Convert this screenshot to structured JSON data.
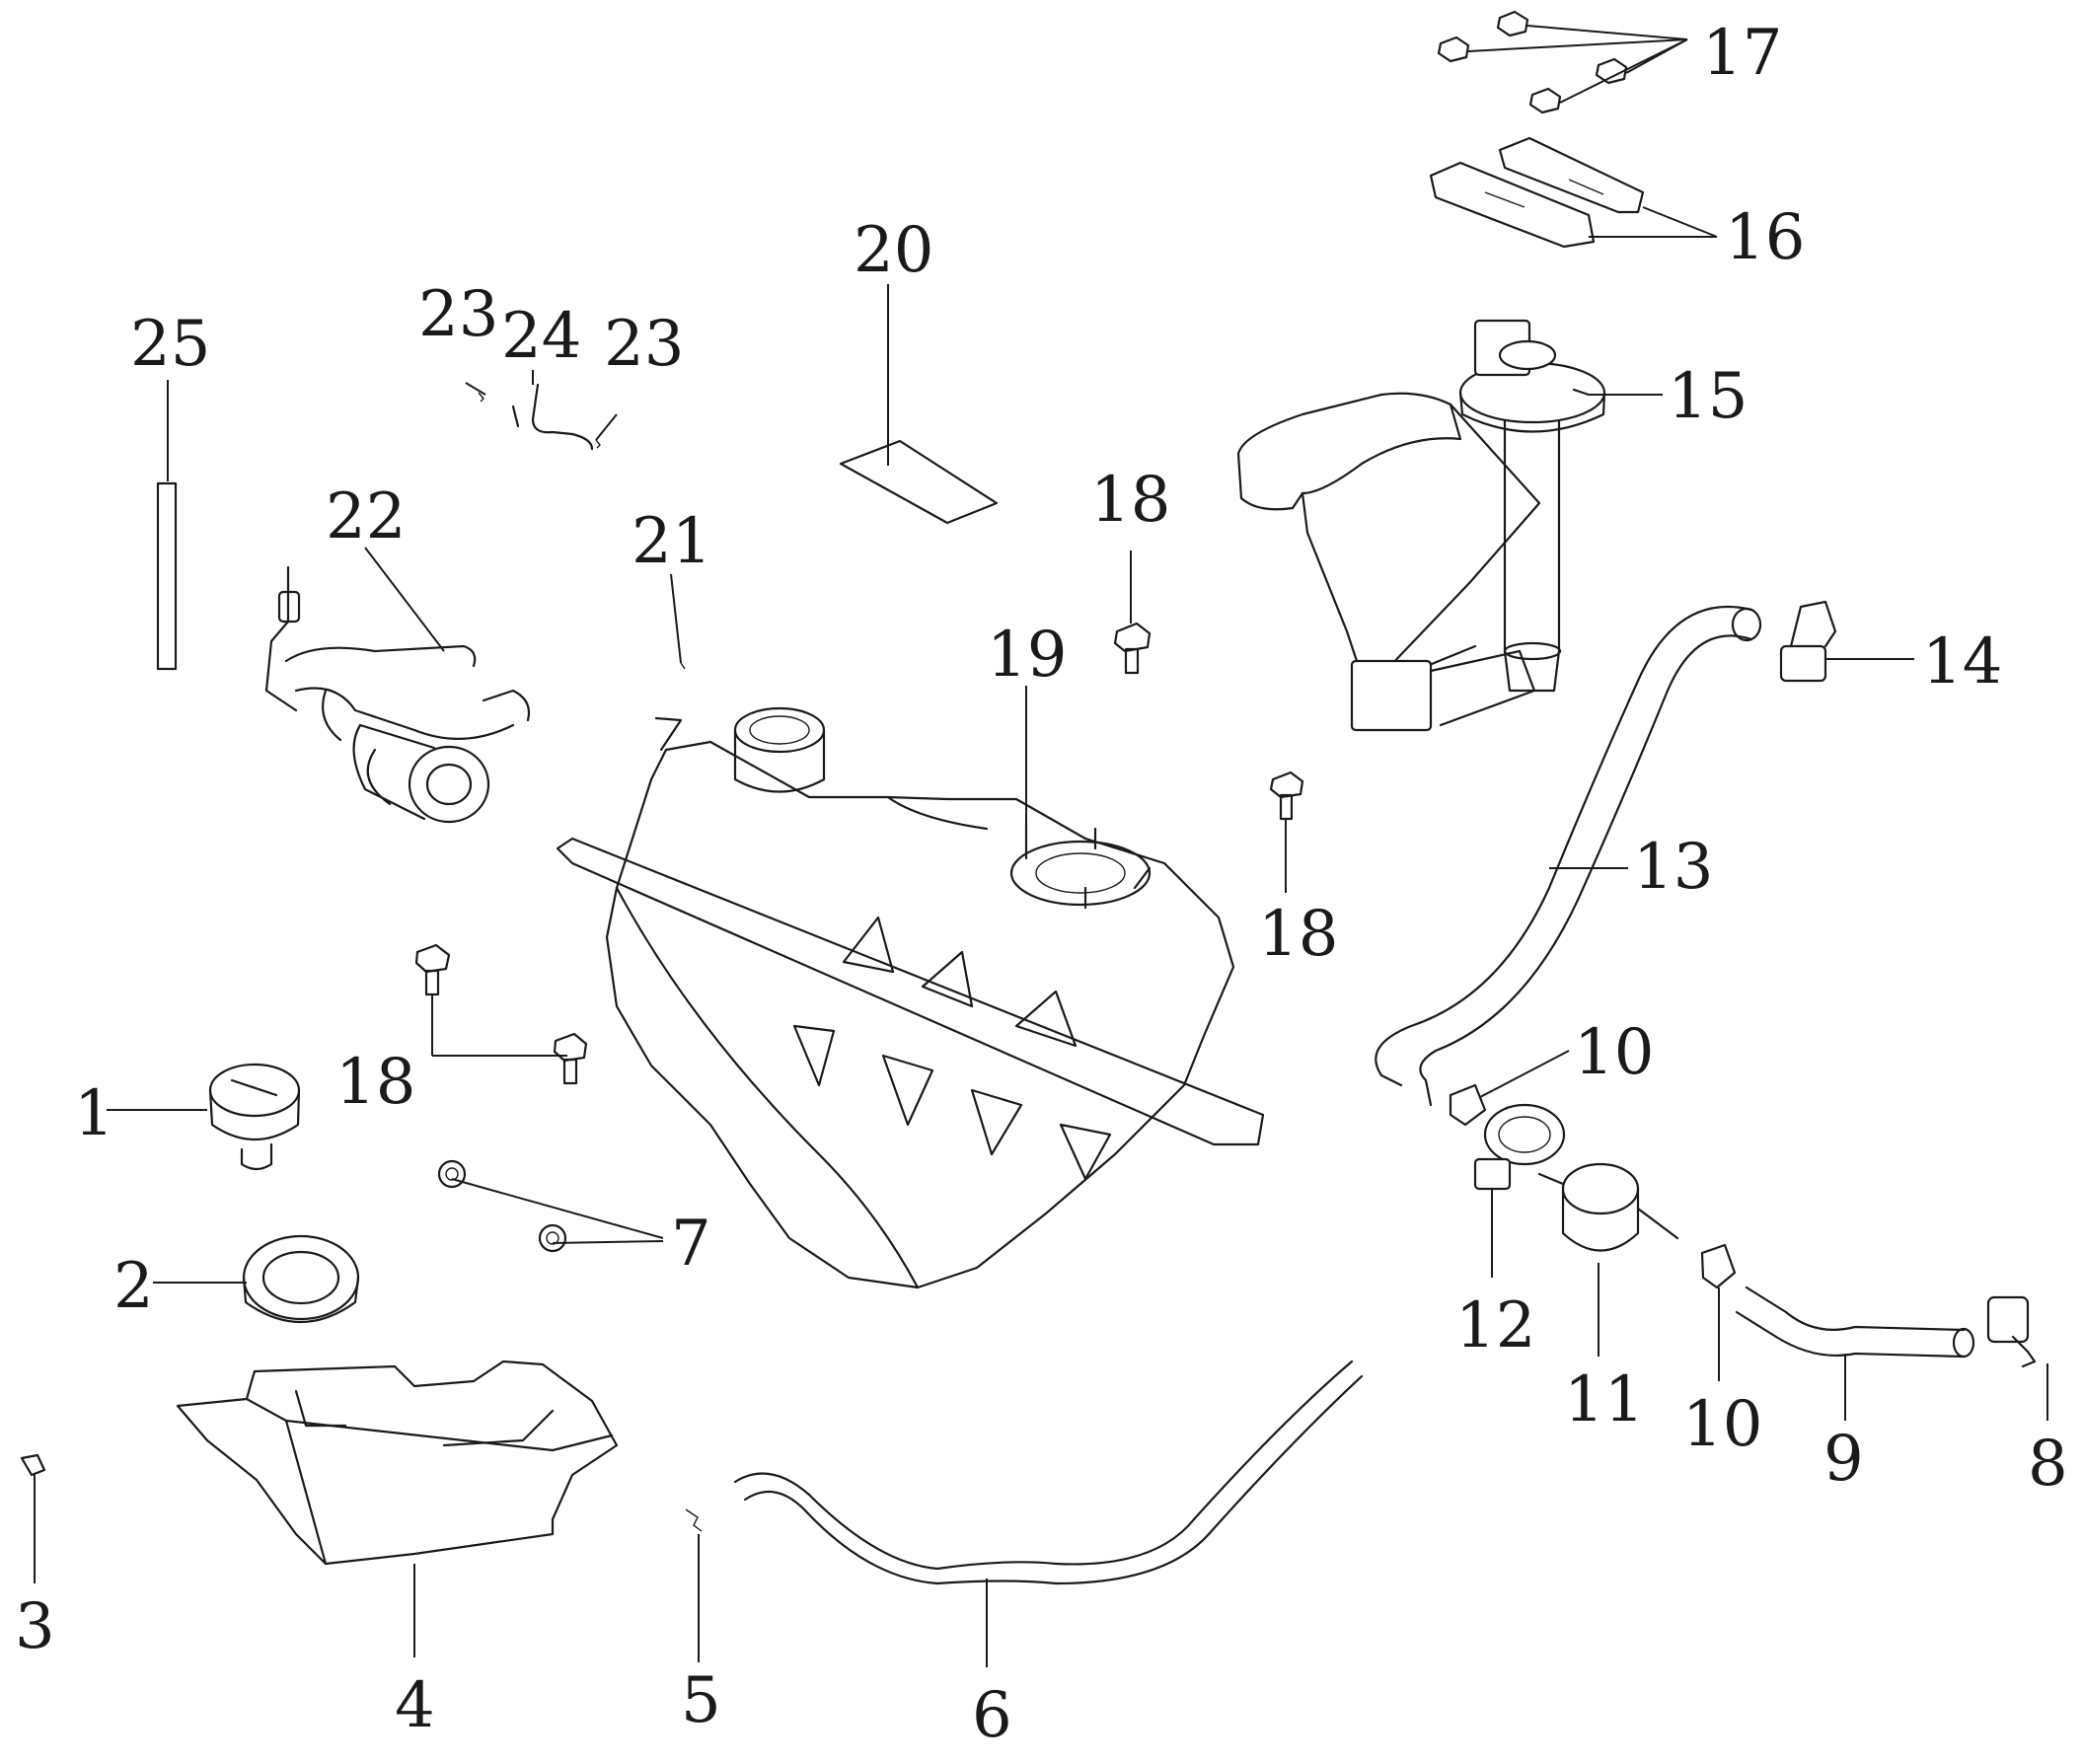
{
  "callouts": {
    "c1": "1",
    "c2": "2",
    "c3": "3",
    "c4": "4",
    "c5": "5",
    "c6": "6",
    "c7": "7",
    "c8": "8",
    "c9": "9",
    "c10a": "10",
    "c10b": "10",
    "c11": "11",
    "c12": "12",
    "c13": "13",
    "c14": "14",
    "c15": "15",
    "c16": "16",
    "c17": "17",
    "c18a": "18",
    "c18b": "18",
    "c18c": "18",
    "c19": "19",
    "c20": "20",
    "c21": "21",
    "c22": "22",
    "c23a": "23",
    "c23b": "23",
    "c24": "24",
    "c25": "25"
  }
}
